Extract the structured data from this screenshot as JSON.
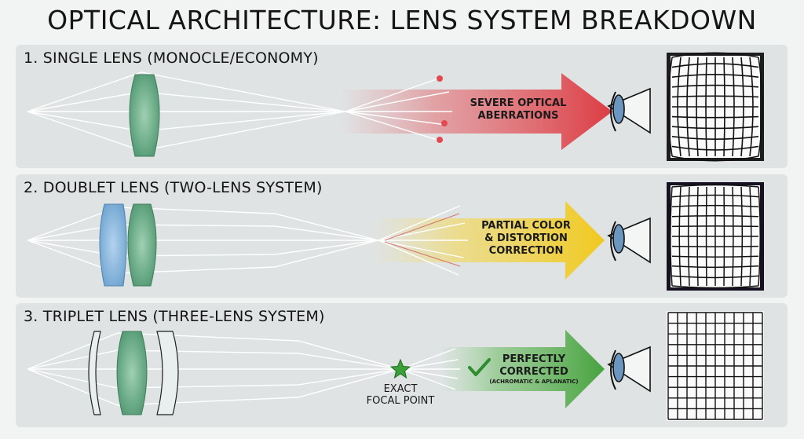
{
  "title": "OPTICAL ARCHITECTURE: LENS SYSTEM BREAKDOWN",
  "panels": [
    {
      "heading": "1. SINGLE LENS (MONOCLE/ECONOMY)",
      "arrow_lines": [
        "SEVERE OPTICAL",
        "ABERRATIONS"
      ],
      "arrow_color": "#e0484e",
      "grid_style": "barrel-distorted"
    },
    {
      "heading": "2. DOUBLET LENS (TWO-LENS SYSTEM)",
      "arrow_lines": [
        "PARTIAL COLOR",
        "& DISTORTION",
        "CORRECTION"
      ],
      "arrow_color": "#f2cf2c",
      "grid_style": "slight-distortion-color-fringe"
    },
    {
      "heading": "3. TRIPLET LENS (THREE-LENS SYSTEM)",
      "arrow_lines": [
        "PERFECTLY",
        "CORRECTED"
      ],
      "arrow_sub": "(ACHROMATIC & APLANATIC)",
      "arrow_color": "#4fa544",
      "focal_label": [
        "EXACT",
        "FOCAL POINT"
      ],
      "grid_style": "rectilinear"
    }
  ],
  "colors": {
    "lens_green": "#5fa57f",
    "lens_blue": "#7fb1d8",
    "lens_clear": "#e9efee",
    "eye_iris": "#6b96bf",
    "star": "#3aa03a"
  },
  "icons": [
    "eye-icon",
    "check-icon",
    "star-icon"
  ]
}
